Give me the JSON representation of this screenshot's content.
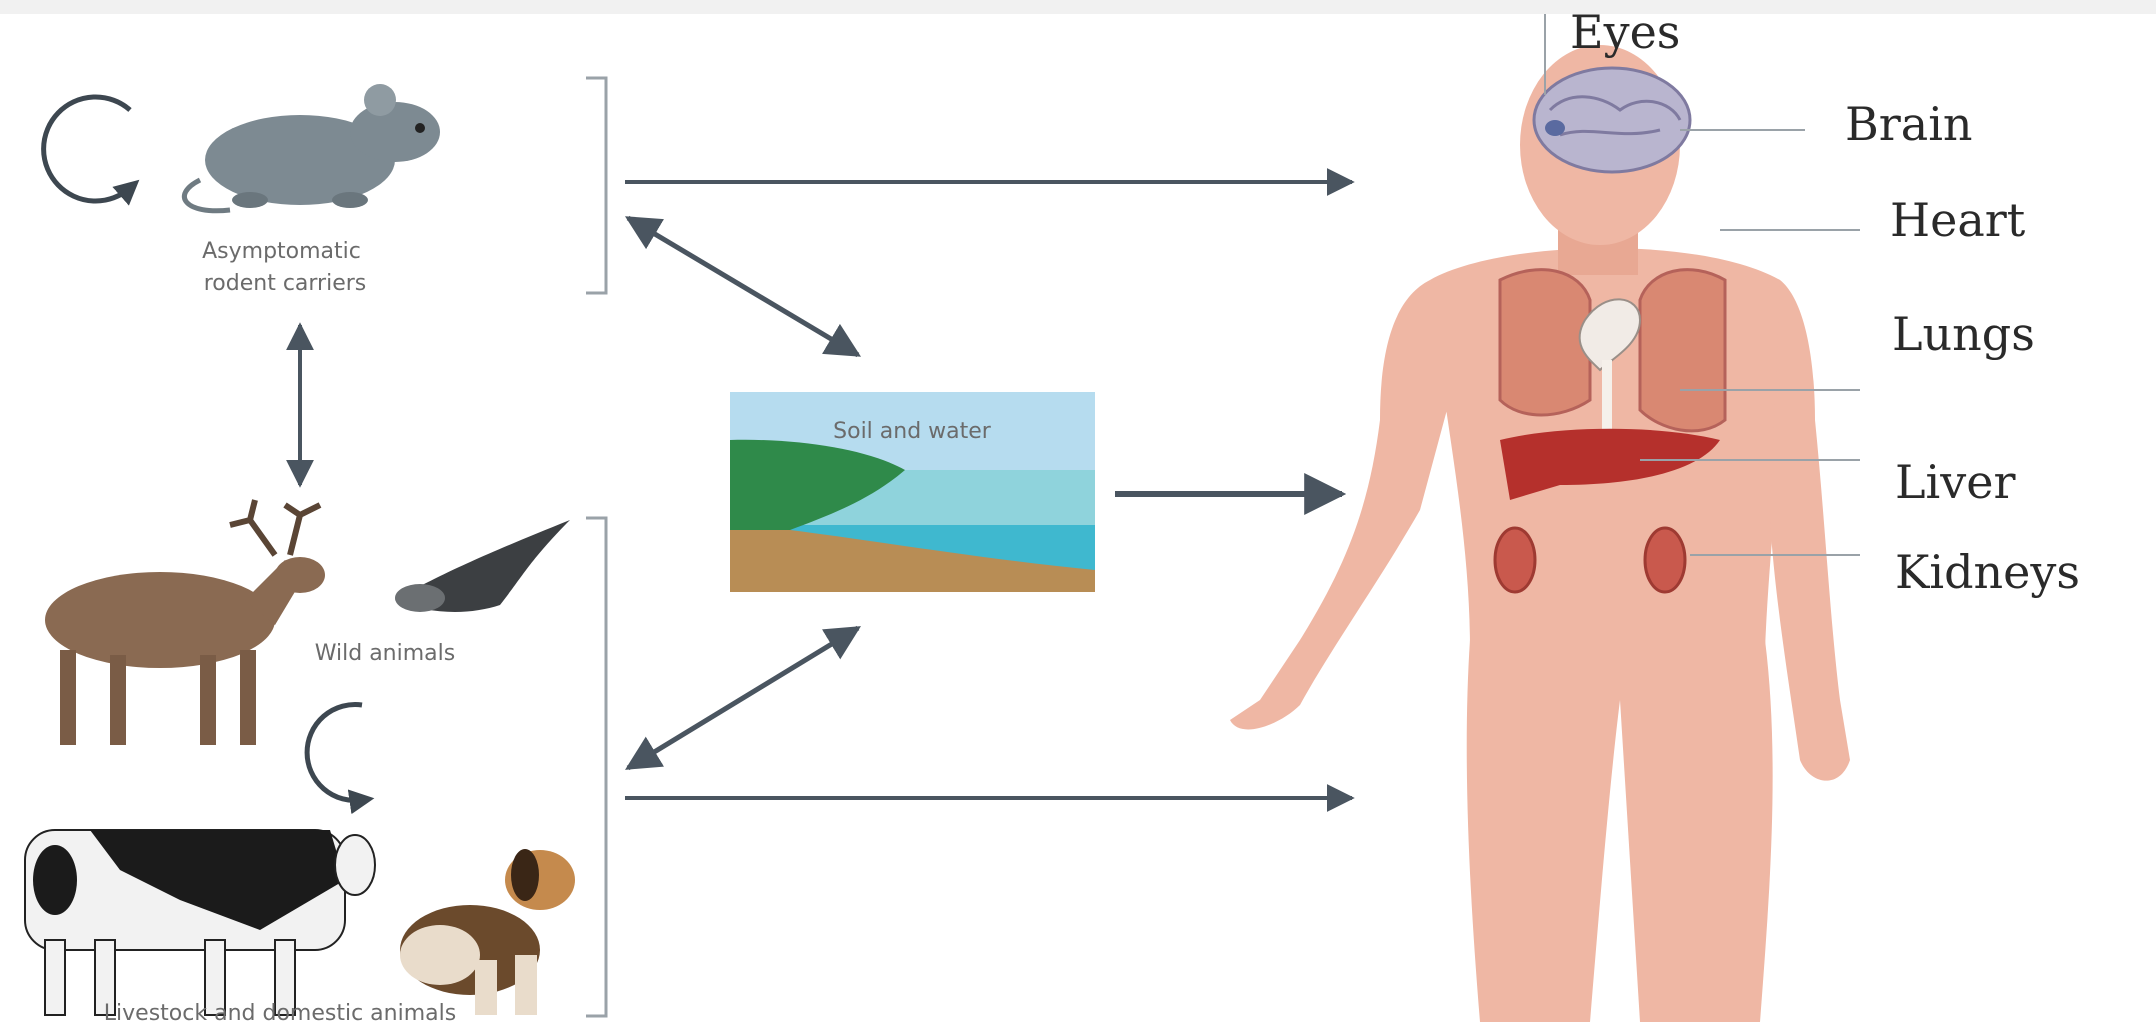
{
  "sources": {
    "rodents": "Asymptomatic rodent carriers",
    "wild": "Wild animals",
    "livestock": "Livestock and domestic animals"
  },
  "reservoir": {
    "title": "Soil and water"
  },
  "organs": [
    {
      "key": "eyes",
      "label": "Eyes"
    },
    {
      "key": "brain",
      "label": "Brain"
    },
    {
      "key": "heart",
      "label": "Heart"
    },
    {
      "key": "lungs",
      "label": "Lungs"
    },
    {
      "key": "liver",
      "label": "Liver"
    },
    {
      "key": "kidneys",
      "label": "Kidneys"
    }
  ],
  "colors": {
    "arrow": "#4a5560",
    "skin": "#efb7a4",
    "skin_shade": "#e29a86",
    "rodent": "#7d8a92",
    "deer": "#8a6a52",
    "sky": "#b6dcef",
    "sea": "#3fb8cf",
    "land": "#2f8a4a",
    "soil": "#b88d55",
    "liver": "#b5302c",
    "lung": "#d98872"
  }
}
